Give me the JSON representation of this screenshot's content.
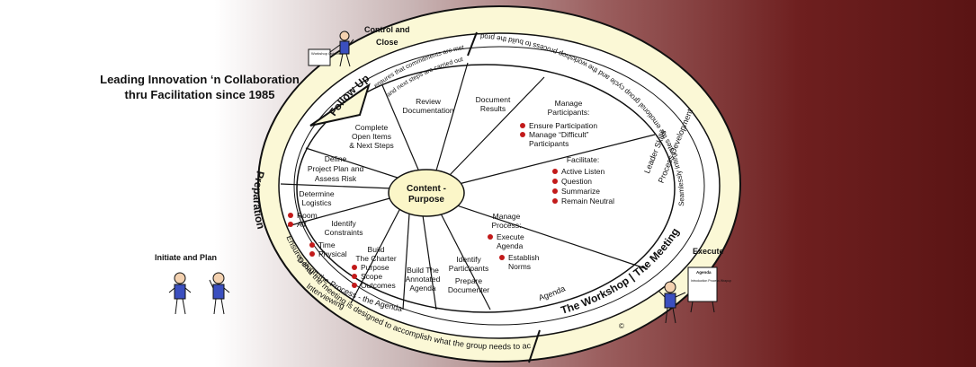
{
  "tagline": {
    "line1": "Leading Innovation ‘n Collaboration",
    "line2": "thru Facilitation since 1985"
  },
  "figures": {
    "control_close": "Control and Close",
    "initiate_plan": "Initiate and Plan",
    "execute": "Execute",
    "sign_workshop": "Workshop Outcome",
    "sign_agenda": "Agenda",
    "sign_agenda_sub": "Introduction Process Wrapup"
  },
  "outer_ring": {
    "follow_up": "Follow Up",
    "follow_up_desc_1": "ensures that commitments are met",
    "follow_up_desc_2": "and next steps are carried out",
    "preparation": "Preparation",
    "preparation_desc": "Ensures that the meeting is designed to accomplish what the group needs to accomplish",
    "workshop": "The Workshop | The Meeting",
    "workshop_desc": "Seamlessly integrates the emotional group cycle and the workshop process to build the product"
  },
  "inner_ring": {
    "interviewing": "Interviewing",
    "design": "Design the Process - the Agenda",
    "agenda": "Agenda",
    "leader_skills": "Leader Skills",
    "process_dev": "Process Development"
  },
  "hub": {
    "line1": "Content -",
    "line2": "Purpose"
  },
  "segments": {
    "review": [
      "Review",
      "Documentation"
    ],
    "document": [
      "Document",
      "Results"
    ],
    "complete": [
      "Complete",
      "Open Items",
      "& Next Steps"
    ],
    "define": [
      "Define",
      "Project Plan and",
      "Assess Risk"
    ],
    "logistics": [
      "Determine",
      "Logistics"
    ],
    "logistics_items": [
      "Room",
      "AV"
    ],
    "constraints": [
      "Identify",
      "Constraints"
    ],
    "constraints_items": [
      "Time",
      "Physical"
    ],
    "charter": [
      "Build",
      "The Charter"
    ],
    "charter_items": [
      "Purpose",
      "Scope",
      "Outcomes"
    ],
    "annotated": [
      "Build The",
      "Annotated",
      "Agenda"
    ],
    "participants": [
      "Identify",
      "Participants",
      "Prepare",
      "Documenter"
    ],
    "manage_participants": [
      "Manage",
      "Participants:"
    ],
    "manage_participants_items": [
      "Ensure Participation",
      "Manage “Difficult”",
      "Participants"
    ],
    "facilitate": "Facilitate:",
    "facilitate_items": [
      "Active Listen",
      "Question",
      "Summarize",
      "Remain Neutral"
    ],
    "manage_process": [
      "Manage",
      "Process:"
    ],
    "manage_process_items": [
      "Execute",
      "Agenda",
      "Establish",
      "Norms"
    ]
  },
  "copyright": "©",
  "colors": {
    "ring_fill": "#fbf8d6",
    "hub_fill": "#fbf6c8",
    "bullet": "#c21a1a",
    "line": "#111111"
  }
}
